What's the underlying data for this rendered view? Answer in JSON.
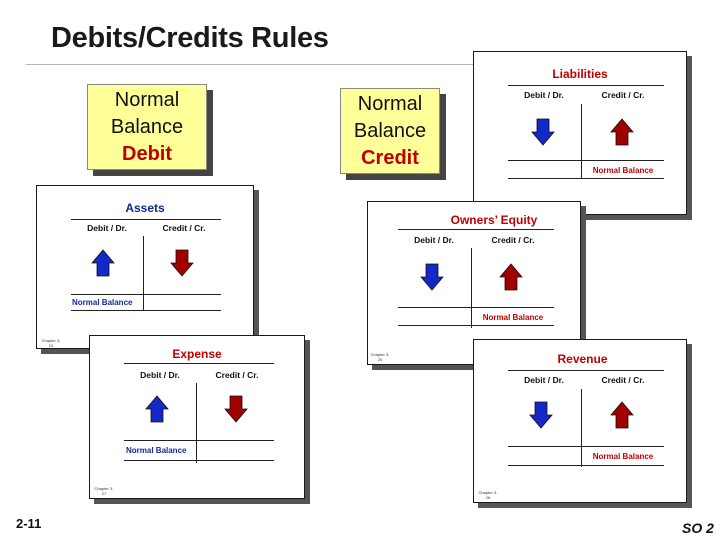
{
  "title": "Debits/Credits Rules",
  "footer": {
    "left": "2-11",
    "right": "SO 2"
  },
  "debit_box": {
    "line1": "Normal",
    "line2": "Balance",
    "line3": "Debit"
  },
  "credit_box": {
    "line1": "Normal",
    "line2": "Balance",
    "line3": "Credit"
  },
  "labels": {
    "debit": "Debit / Dr.",
    "credit": "Credit / Cr.",
    "normal": "Normal Balance"
  },
  "accounts": {
    "assets": {
      "name": "Assets",
      "debit_arrow": "up",
      "credit_arrow": "down",
      "normal_side": "debit",
      "chapter": "Chapter 3-13"
    },
    "liabilities": {
      "name": "Liabilities",
      "debit_arrow": "down",
      "credit_arrow": "up",
      "normal_side": "credit"
    },
    "equity": {
      "name": "Owners’ Equity",
      "debit_arrow": "down",
      "credit_arrow": "up",
      "normal_side": "credit",
      "chapter": "Chapter 3-20"
    },
    "expense": {
      "name": "Expense",
      "debit_arrow": "up",
      "credit_arrow": "down",
      "normal_side": "debit",
      "chapter": "Chapter 3-27"
    },
    "revenue": {
      "name": "Revenue",
      "debit_arrow": "down",
      "credit_arrow": "up",
      "normal_side": "credit",
      "chapter": "Chapter 3-26"
    }
  },
  "colors": {
    "up_arrow": "#1428c8",
    "down_arrow": "#a00000",
    "normal_debit_text": "#1428a0",
    "normal_credit_text": "#c00000"
  }
}
